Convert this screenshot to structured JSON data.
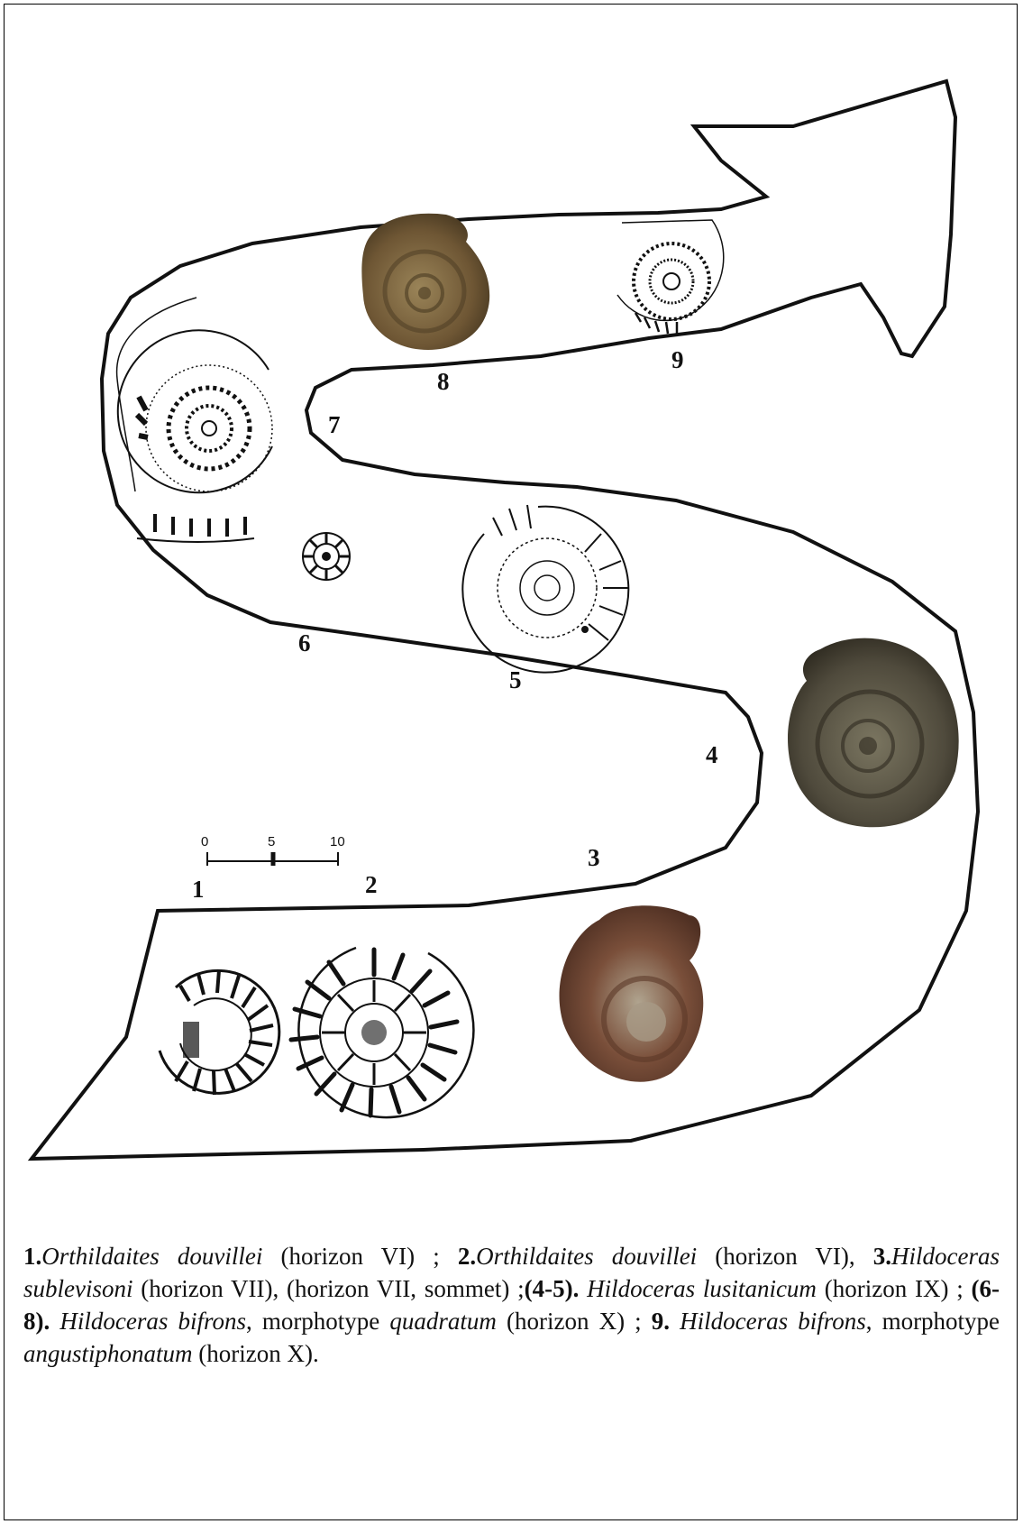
{
  "colors": {
    "outline": "#111111",
    "fossil_dark": "#5e4a2e",
    "fossil_mid": "#8a7048",
    "fossil_red": "#7a4f3a",
    "fossil_grey": "#4f4a3c"
  },
  "labels": {
    "n1": "1",
    "n2": "2",
    "n3": "3",
    "n4": "4",
    "n5": "5",
    "n6": "6",
    "n7": "7",
    "n8": "8",
    "n9": "9"
  },
  "scale_bar": {
    "t0": "0",
    "t5": "5",
    "t10": "10"
  },
  "caption": {
    "c1_num": "1.",
    "c1_taxon": "Orthildaites douvillei",
    "c1_hz": " (horizon VI) ; ",
    "c2_num": "2.",
    "c2_taxon": "Orthildaites douvillei",
    "c2_hz": " (horizon VI), ",
    "c3_num": "3.",
    "c3_taxon": "Hildoceras sublevisoni",
    "c3_hz": " (horizon VII), (horizon VII, sommet) ;",
    "c45_num": "(4-5).",
    "c45_taxon": "Hildoceras lusitanicum",
    "c45_hz": " (horizon IX) ; ",
    "c68_num": "(6-8).",
    "c68_taxon": "Hildoceras bifrons",
    "c68_morph": ", morphotype ",
    "c68_morph_name": "quadratum",
    "c68_hz": " (horizon X) ; ",
    "c9_num": "9.",
    "c9_taxon": "Hildoceras bifrons",
    "c9_morph": ", morphotype ",
    "c9_morph_name": "angustiphonatum",
    "c9_hz": " (horizon X)."
  }
}
